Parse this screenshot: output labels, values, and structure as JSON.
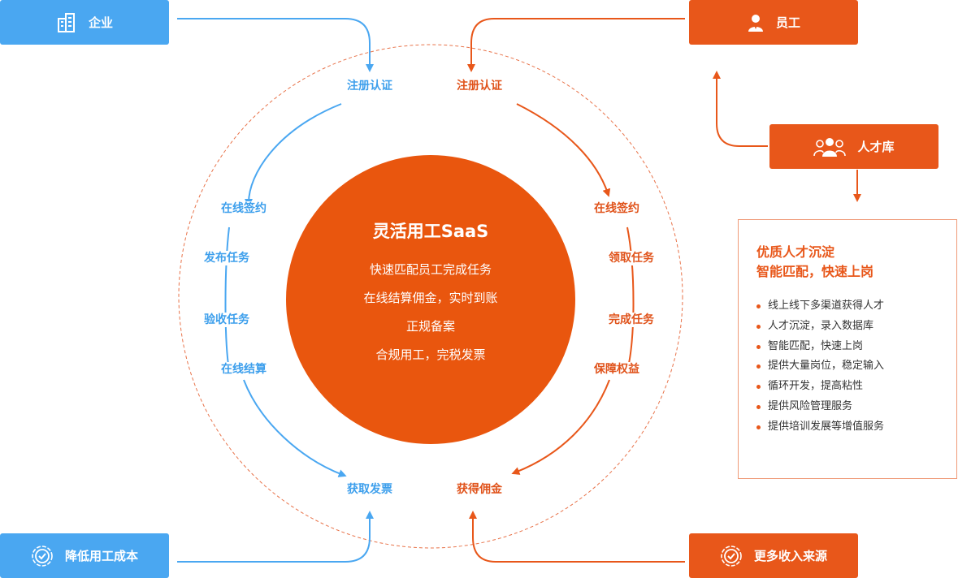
{
  "boxes": {
    "enterprise": "企业",
    "employee": "员工",
    "talent_pool": "人才库",
    "reduce_cost": "降低用工成本",
    "more_income": "更多收入来源"
  },
  "left_steps": [
    "注册认证",
    "在线签约",
    "发布任务",
    "验收任务",
    "在线结算",
    "获取发票"
  ],
  "right_steps": [
    "注册认证",
    "在线签约",
    "领取任务",
    "完成任务",
    "保障权益",
    "获得佣金"
  ],
  "center": {
    "title": "灵活用工SaaS",
    "lines": [
      "快速匹配员工完成任务",
      "在线结算佣金，实时到账",
      "正规备案",
      "合规用工，完税发票"
    ]
  },
  "panel": {
    "headline": [
      "优质人才沉淀",
      "智能匹配，快速上岗"
    ],
    "items": [
      "线上线下多渠道获得人才",
      "人才沉淀，录入数据库",
      "智能匹配，快速上岗",
      "提供大量岗位，稳定输入",
      "循环开发，提高粘性",
      "提供风险管理服务",
      "提供培训发展等增值服务"
    ]
  },
  "colors": {
    "blue": "#4aa7f1",
    "orange": "#e8571a",
    "dashed_ring": "#e8734a"
  },
  "icons": {
    "enterprise": "building-icon",
    "employee": "person-icon",
    "talent_pool": "group-icon",
    "reduce_cost": "check-badge-icon",
    "more_income": "check-badge-icon"
  }
}
